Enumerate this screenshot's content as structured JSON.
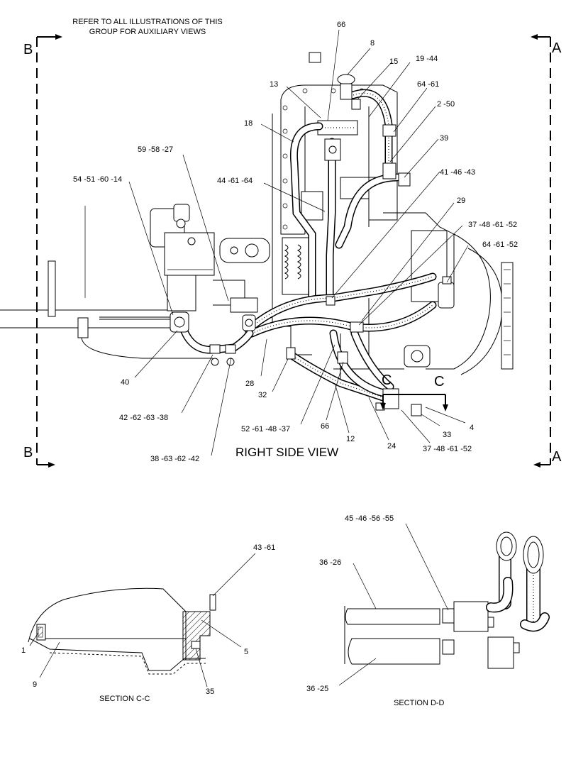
{
  "header": {
    "note_line1": "REFER TO ALL ILLUSTRATIONS OF THIS",
    "note_line2": "GROUP FOR AUXILIARY VIEWS"
  },
  "view": {
    "title": "RIGHT SIDE VIEW",
    "marker_a": "A",
    "marker_b": "B",
    "marker_c": "C"
  },
  "callouts": {
    "c66_top": "66",
    "c8": "8",
    "c15": "15",
    "c19_44": "19 -44",
    "c13": "13",
    "c64_61_top": "64 -61",
    "c2_50": "2 -50",
    "c18": "18",
    "c39": "39",
    "c59_58_27": "59 -58 -27",
    "c54_51_60_14": "54 -51 -60 -14",
    "c44_61_64": "44 -61 -64",
    "c41_46_43": "41 -46 -43",
    "c29": "29",
    "c37_48_61_52_top": "37 -48 -61 -52",
    "c64_61_52": "64 -61 -52",
    "c40": "40",
    "c28": "28",
    "c32": "32",
    "c42_62_63_38": "42 -62 -63 -38",
    "c4": "4",
    "c33": "33",
    "c52_61_48_37": "52 -61 -48 -37",
    "c66_bottom": "66",
    "c12": "12",
    "c24": "24",
    "c37_48_61_52_bottom": "37 -48 -61 -52",
    "c38_63_62_42": "38 -63 -62 -42"
  },
  "section_cc": {
    "title": "SECTION C-C",
    "c43_61": "43 -61",
    "c1": "1",
    "c5": "5",
    "c9": "9",
    "c35": "35"
  },
  "section_dd": {
    "title": "SECTION D-D",
    "c45_46_56_55": "45 -46 -56 -55",
    "c36_26": "36 -26",
    "c36_25": "36 -25"
  }
}
